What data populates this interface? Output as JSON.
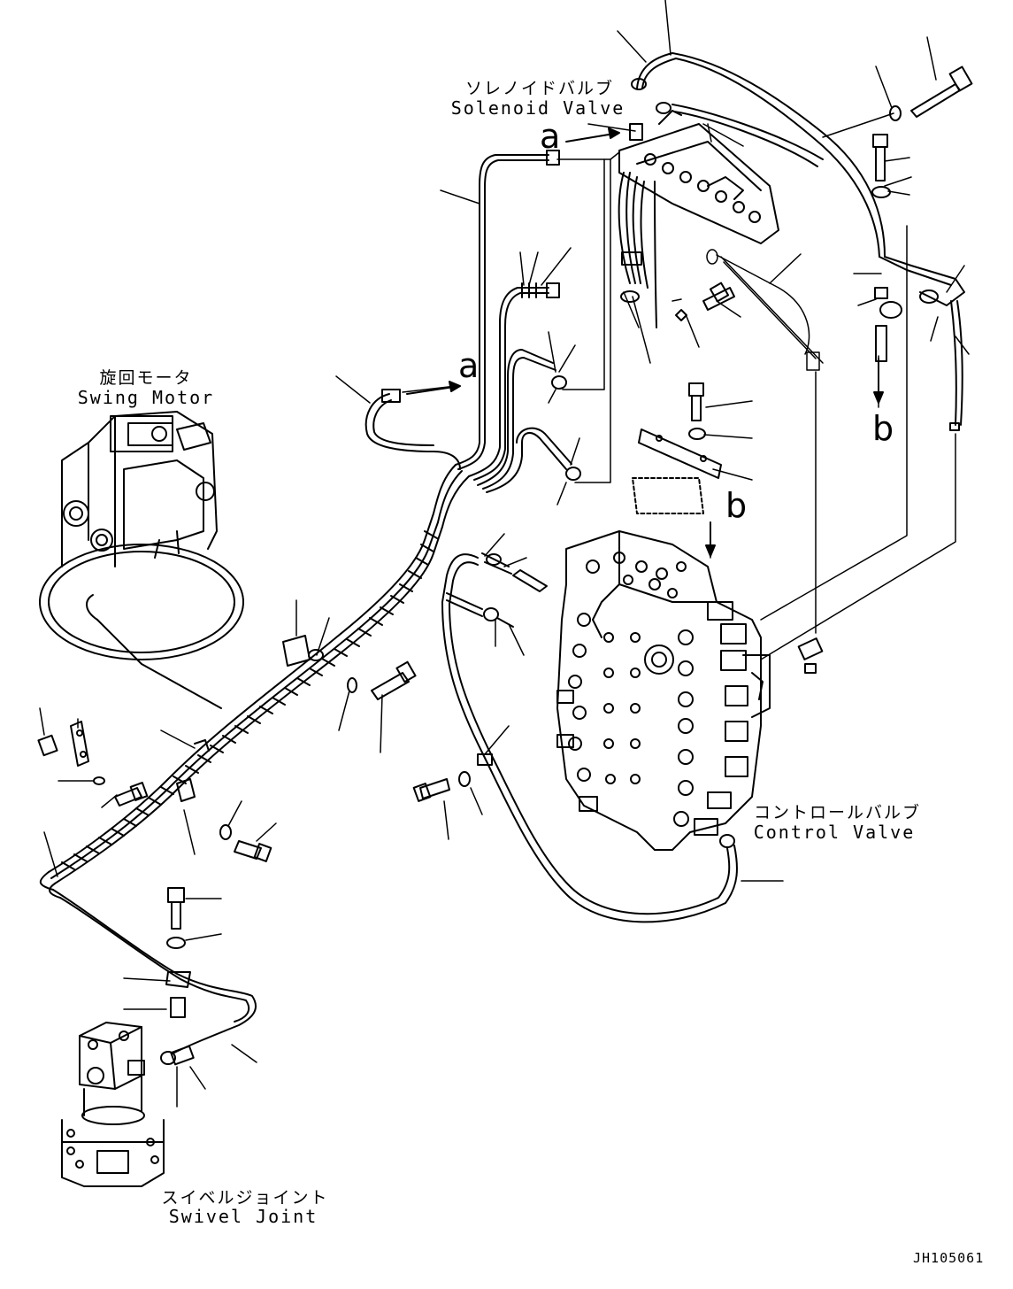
{
  "drawing_code": "JH105061",
  "components": {
    "solenoid_valve": {
      "jp": "ソレノイドバルブ",
      "en": "Solenoid Valve"
    },
    "swing_motor": {
      "jp": "旋回モータ",
      "en": "Swing Motor"
    },
    "control_valve": {
      "jp": "コントロールバルブ",
      "en": "Control Valve"
    },
    "swivel_joint": {
      "jp": "スイベルジョイント",
      "en": "Swivel Joint"
    }
  },
  "connection_refs": {
    "a_top": "a",
    "a_mid": "a",
    "b_right": "b",
    "b_mid": "b"
  }
}
